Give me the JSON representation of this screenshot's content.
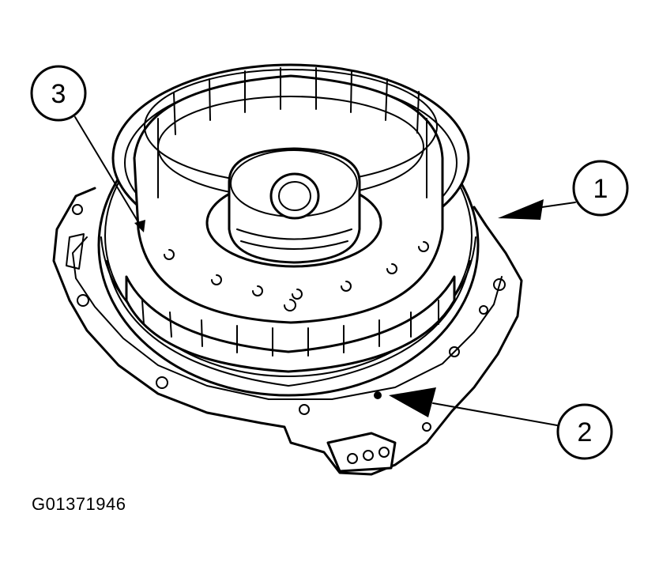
{
  "figure": {
    "id_label": "G01371946",
    "callouts": [
      {
        "label": "1"
      },
      {
        "label": "2"
      },
      {
        "label": "3"
      }
    ]
  },
  "colors": {
    "ink": "#000000",
    "paper": "#ffffff"
  }
}
